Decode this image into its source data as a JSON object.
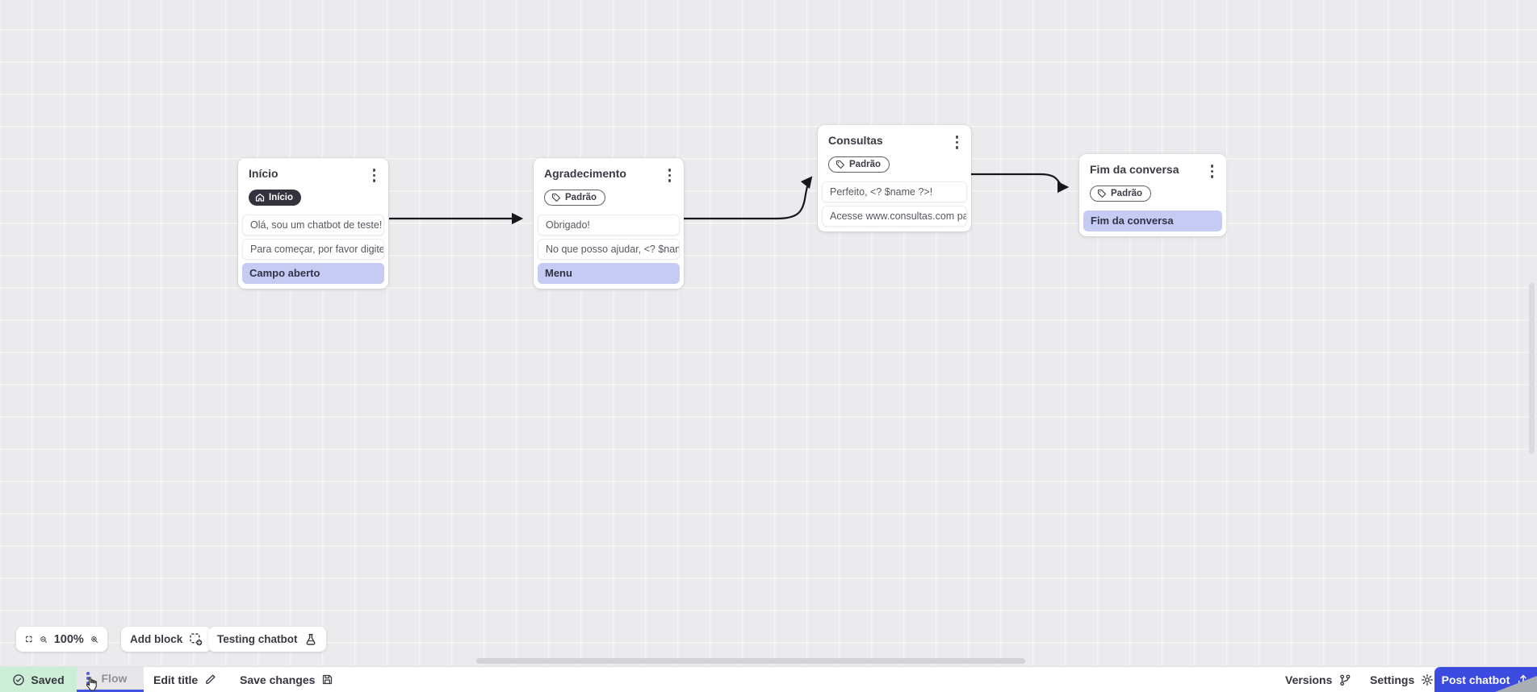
{
  "nodes": [
    {
      "title": "Início",
      "badge": {
        "label": "Início",
        "icon": "home-icon",
        "style": "dark"
      },
      "items": [
        {
          "type": "message",
          "text": "Olá, sou um chatbot de teste!"
        },
        {
          "type": "message",
          "text": "Para começar, por favor digite o ..."
        },
        {
          "type": "open_field",
          "text": "Campo aberto"
        }
      ]
    },
    {
      "title": "Agradecimento",
      "badge": {
        "label": "Padrão",
        "icon": "tag-icon",
        "style": "outline"
      },
      "items": [
        {
          "type": "message",
          "text": "Obrigado!"
        },
        {
          "type": "message",
          "text": "No que posso ajudar, <? $name ..."
        },
        {
          "type": "menu",
          "text": "Menu"
        }
      ]
    },
    {
      "title": "Consultas",
      "badge": {
        "label": "Padrão",
        "icon": "tag-icon",
        "style": "outline"
      },
      "items": [
        {
          "type": "message",
          "text": "Perfeito, <? $name ?>!"
        },
        {
          "type": "message",
          "text": "Acesse www.consultas.com par..."
        }
      ]
    },
    {
      "title": "Fim da conversa",
      "badge": {
        "label": "Padrão",
        "icon": "tag-icon",
        "style": "outline"
      },
      "items": [
        {
          "type": "end",
          "text": "Fim da conversa"
        }
      ]
    }
  ],
  "connections": [
    {
      "from": "Início",
      "to": "Agradecimento"
    },
    {
      "from": "Agradecimento",
      "to": "Consultas"
    },
    {
      "from": "Consultas",
      "to": "Fim da conversa"
    }
  ],
  "toolbar": {
    "zoom_level": "100%",
    "add_block_label": "Add block",
    "testing_chatbot_label": "Testing chatbot"
  },
  "statusbar": {
    "saved_label": "Saved",
    "flow_tab_label": "Flow",
    "edit_title_label": "Edit title",
    "save_changes_label": "Save changes",
    "versions_label": "Versions",
    "settings_label": "Settings",
    "post_chatbot_label": "Post chatbot"
  },
  "colors": {
    "accent_blue": "#3b4be0",
    "flow_underline": "#4353e4",
    "lavender_output": "#c5cbf2",
    "saved_green": "#cdeed6",
    "canvas_bg": "#ebebee",
    "connector": "#16161b",
    "dark_badge": "#33333d"
  }
}
